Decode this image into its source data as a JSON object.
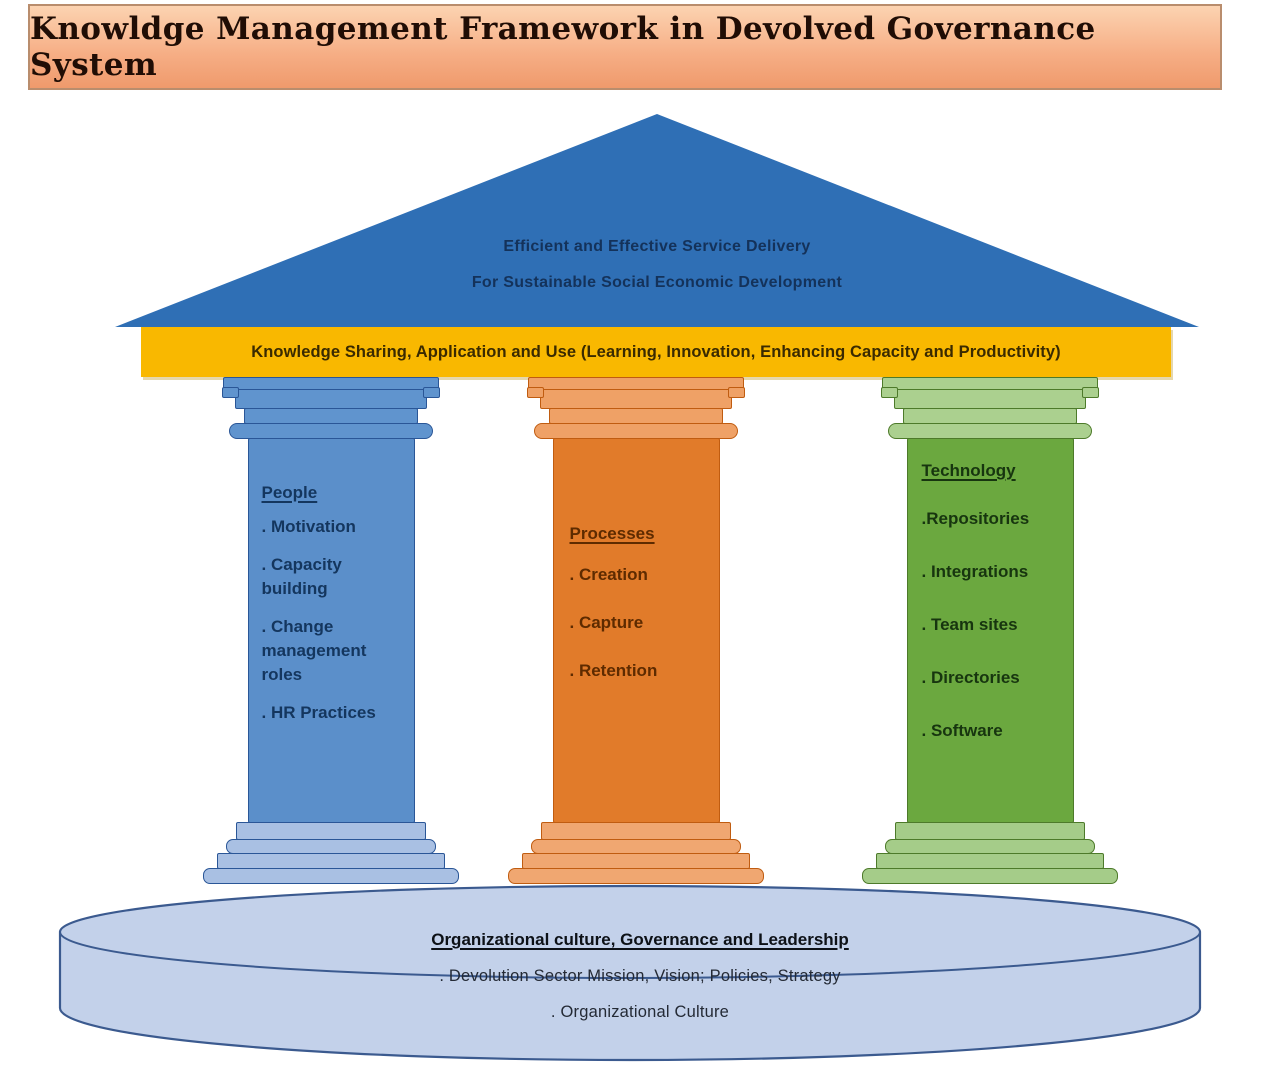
{
  "title": "Knowldge Management Framework in Devolved Governance System",
  "roof": {
    "line1": "Efficient and Effective Service Delivery",
    "line2": "For Sustainable Social Economic Development"
  },
  "beam": {
    "label": "Knowledge Sharing, Application and Use (Learning, Innovation, Enhancing Capacity and Productivity)"
  },
  "pillars": [
    {
      "name": "People",
      "items": [
        ". Motivation",
        ". Capacity building",
        ". Change management roles",
        ". HR Practices"
      ],
      "color": "#5b8fca"
    },
    {
      "name": "Processes",
      "items": [
        ". Creation",
        ". Capture",
        ". Retention"
      ],
      "color": "#e17b2a"
    },
    {
      "name": "Technology",
      "items": [
        ".Repositories",
        ". Integrations",
        ". Team sites",
        ". Directories",
        ". Software"
      ],
      "color": "#6ba83f"
    }
  ],
  "foundation": {
    "heading": "Organizational culture, Governance and Leadership",
    "items": [
      ". Devolution Sector Mission, Vision; Policies, Strategy",
      ". Organizational Culture"
    ]
  },
  "colors": {
    "title_gradient_top": "#fcd3b1",
    "title_gradient_bottom": "#ef9a6c",
    "roof_blue": "#2f6fb5",
    "beam_yellow": "#f9b800",
    "foundation_fill": "#c3d1ea",
    "foundation_outline": "#3b5a8f"
  }
}
